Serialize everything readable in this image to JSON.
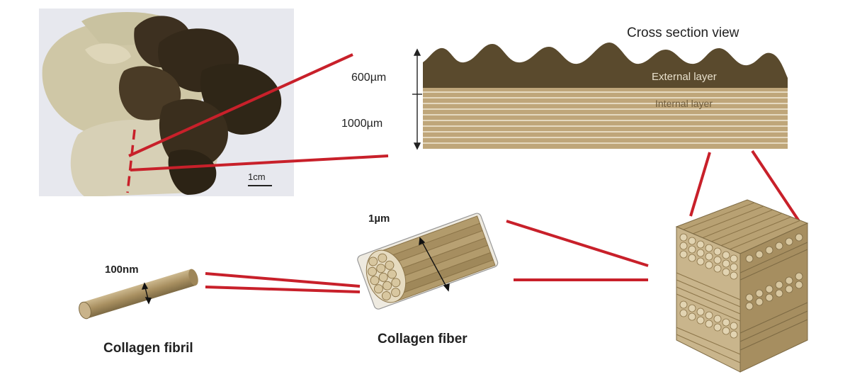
{
  "photo": {
    "scale_label": "1cm"
  },
  "cross_section": {
    "title": "Cross section view",
    "external_layer": "External layer",
    "internal_layer": "Internal layer",
    "external_thickness": "600µm",
    "internal_thickness": "1000µm"
  },
  "fibril": {
    "name": "Collagen fibril",
    "size": "100nm"
  },
  "fiber": {
    "name": "Collagen fiber",
    "size": "1µm"
  },
  "colors": {
    "connector": "#c8202a",
    "fiber_fill": "#b29b6c",
    "fiber_dark": "#8c7549",
    "external_layer": "#5a4a2d",
    "internal_layer": "#bfa67a"
  }
}
